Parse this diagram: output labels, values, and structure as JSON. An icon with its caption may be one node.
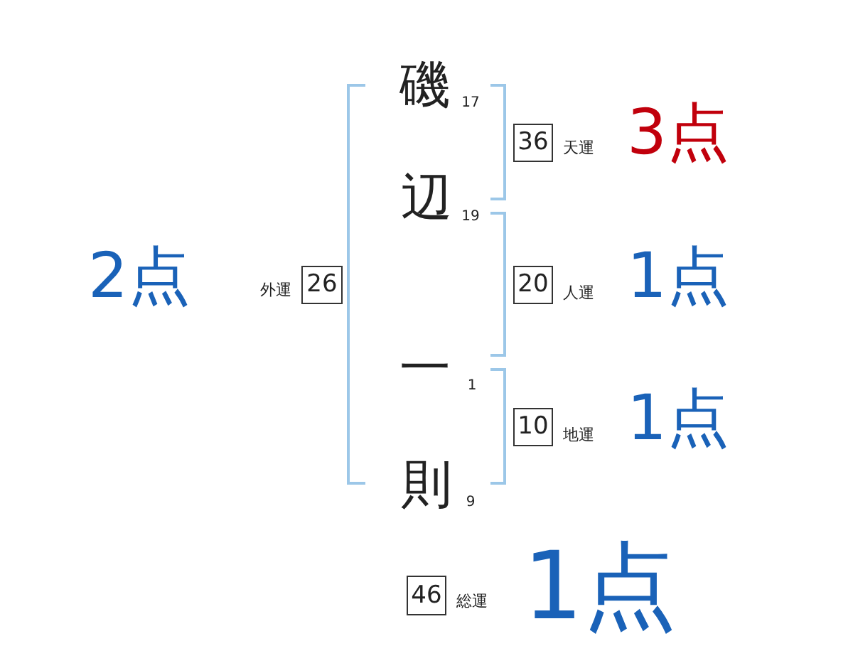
{
  "diagram": {
    "nodes": [
      {
        "text": [
          "36"
        ],
        "beside": [
          "天運",
          "3点"
        ]
      },
      {
        "text": [
          "26"
        ],
        "beside": [
          "外運",
          "2点"
        ]
      },
      {
        "text": [
          "20"
        ],
        "beside": [
          "人運",
          "1点"
        ]
      },
      {
        "text": [
          "10"
        ],
        "beside": [
          "地運",
          "1点"
        ]
      },
      {
        "text": [
          "46"
        ],
        "beside": [
          "総運",
          "1点"
        ]
      }
    ],
    "labels": [
      "磯",
      "17",
      "辺",
      "19",
      "一",
      "1",
      "則",
      "9"
    ]
  }
}
